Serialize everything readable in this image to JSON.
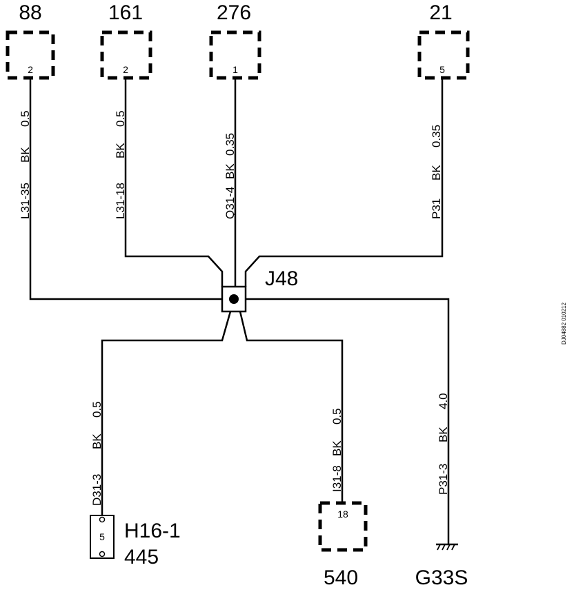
{
  "top_connectors": [
    {
      "id": "88",
      "pin": "2",
      "circuit": "L31-35",
      "color": "BK",
      "size": "0.5"
    },
    {
      "id": "161",
      "pin": "2",
      "circuit": "L31-18",
      "color": "BK",
      "size": "0.5"
    },
    {
      "id": "276",
      "pin": "1",
      "circuit": "Q31-4",
      "color": "BK",
      "size": "0.35"
    },
    {
      "id": "21",
      "pin": "5",
      "circuit": "P31",
      "color": "BK",
      "size": "0.35"
    }
  ],
  "splice": {
    "label": "J48"
  },
  "bottom_left": {
    "id": "H16-1",
    "sub": "445",
    "pin": "5",
    "circuit": "D31-3",
    "color": "BK",
    "size": "0.5"
  },
  "bottom_mid": {
    "id": "540",
    "pin": "18",
    "circuit": "I31-8",
    "color": "BK",
    "size": "0.5"
  },
  "ground": {
    "id": "G33S",
    "circuit": "P31-3",
    "color": "BK",
    "size": "4.0"
  },
  "reference": "DJ04882 010212"
}
